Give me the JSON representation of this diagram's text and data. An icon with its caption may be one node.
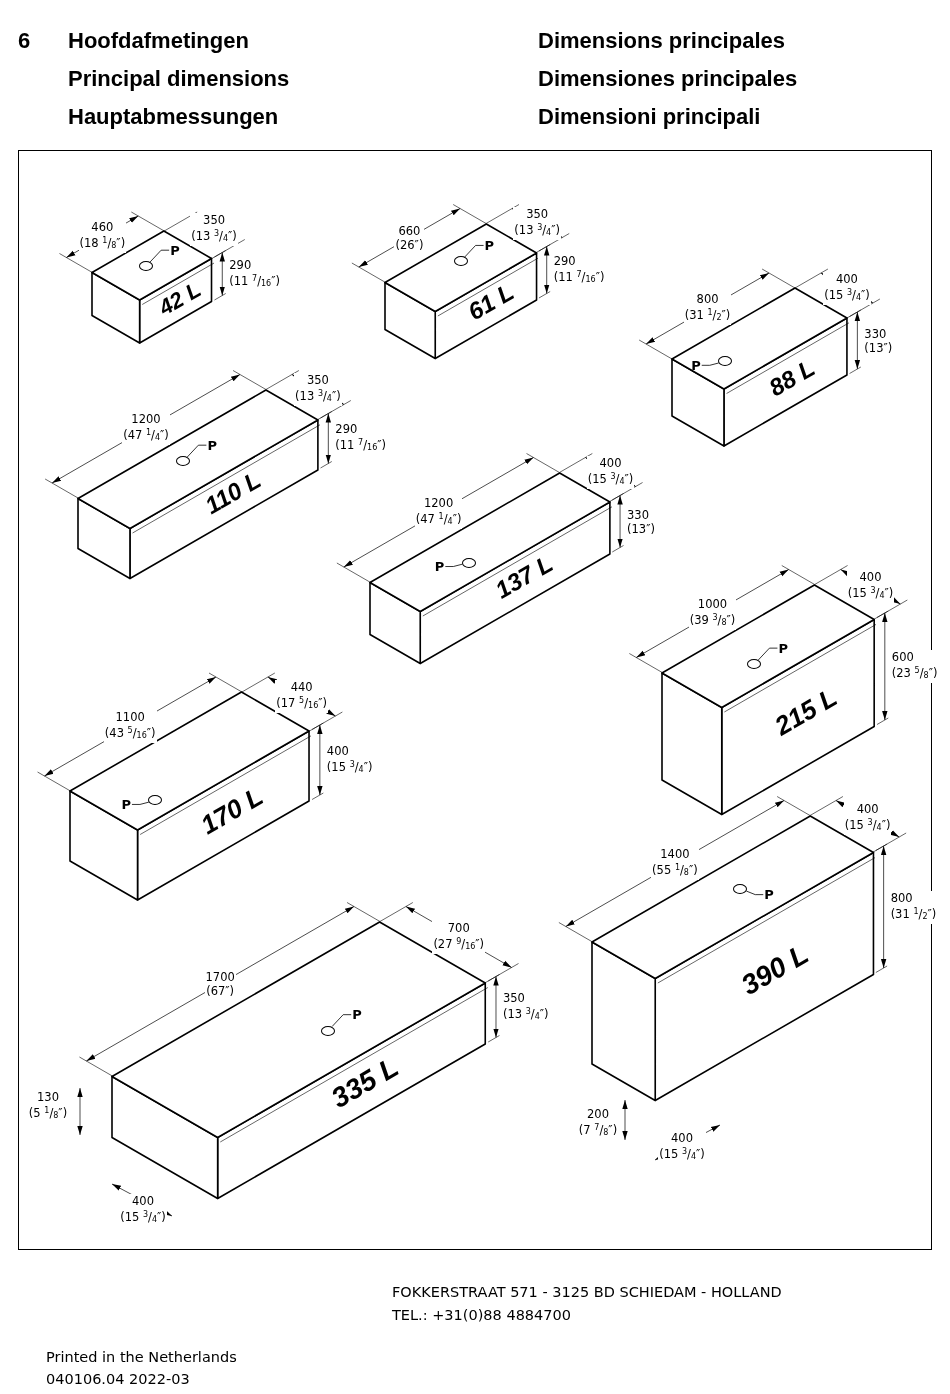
{
  "diagram": {
    "nodes": [
      {
        "text": [
          "42 L"
        ]
      },
      {
        "text": [],
        "shape": "circle",
        "in": 0
      },
      {
        "text": [
          "P"
        ],
        "in": 0
      },
      {
        "text": [
          "61 L"
        ]
      },
      {
        "text": [],
        "shape": "circle",
        "in": 3
      },
      {
        "text": [
          "P"
        ],
        "in": 3
      },
      {
        "text": [
          "88 L"
        ]
      },
      {
        "text": [],
        "shape": "circle",
        "in": 6
      },
      {
        "text": [
          "P"
        ],
        "in": 6
      },
      {
        "text": [
          "110 L"
        ]
      },
      {
        "text": [],
        "shape": "circle",
        "in": 9
      },
      {
        "text": [
          "P"
        ],
        "in": 9
      },
      {
        "text": [
          "137 L"
        ]
      },
      {
        "text": [],
        "shape": "circle",
        "in": 12
      },
      {
        "text": [
          "P"
        ],
        "in": 12
      },
      {
        "text": [
          "215 L"
        ]
      },
      {
        "text": [],
        "shape": "circle",
        "in": 15
      },
      {
        "text": [
          "P"
        ],
        "in": 15
      },
      {
        "text": [
          "170 L"
        ]
      },
      {
        "text": [],
        "shape": "circle",
        "in": 18
      },
      {
        "text": [
          "P"
        ],
        "in": 18
      },
      {
        "text": [
          "335 L"
        ]
      },
      {
        "text": [],
        "shape": "circle",
        "in": 21
      },
      {
        "text": [
          "P"
        ],
        "in": 21
      },
      {
        "text": [
          "390 L"
        ]
      },
      {
        "text": [],
        "shape": "circle",
        "in": 24
      },
      {
        "text": [
          "P"
        ],
        "in": 24
      }
    ],
    "edges": [
      {
        "from": 2,
        "to": 1,
        "arrow": "none"
      },
      {
        "from": 5,
        "to": 4,
        "arrow": "none"
      },
      {
        "from": 8,
        "to": 7,
        "arrow": "none"
      },
      {
        "from": 11,
        "to": 10,
        "arrow": "none"
      },
      {
        "from": 14,
        "to": 13,
        "arrow": "none"
      },
      {
        "from": 17,
        "to": 16,
        "arrow": "none"
      },
      {
        "from": 20,
        "to": 19,
        "arrow": "none"
      },
      {
        "from": 23,
        "to": 22,
        "arrow": "none"
      },
      {
        "from": 26,
        "to": 25,
        "arrow": "none"
      }
    ],
    "labels": [
      "6",
      "Hoofdafmetingen",
      "Dimensions principales",
      "Principal dimensions",
      "Dimensiones principales",
      "Hauptabmessungen",
      "Dimensioni principali",
      "460 (18 $^{1}$/$_{8}$″)",
      "350 (13 $^{3}$/$_{4}$″)",
      "290 (11 $^{7}$/$_{16}$″)",
      "660 (26″)",
      "350 (13 $^{3}$/$_{4}$″)",
      "290 (11 $^{7}$/$_{16}$″)",
      "800 (31 $^{1}$/$_{2}$″)",
      "400 (15 $^{3}$/$_{4}$″)",
      "330 (13″)",
      "1200 (47 $^{1}$/$_{4}$″)",
      "350 (13 $^{3}$/$_{4}$″)",
      "290 (11 $^{7}$/$_{16}$″)",
      "1200 (47 $^{1}$/$_{4}$″)",
      "400 (15 $^{3}$/$_{4}$″)",
      "330 (13″)",
      "1000 (39 $^{3}$/$_{8}$″)",
      "400 (15 $^{3}$/$_{4}$″)",
      "600 (23 $^{5}$/$_{8}$″)",
      "1100 (43 $^{5}$/$_{16}$″)",
      "440 (17 $^{5}$/$_{16}$″)",
      "400 (15 $^{3}$/$_{4}$″)",
      "1700 (67″)",
      "700 (27 $^{9}$/$_{16}$″)",
      "350 (13 $^{3}$/$_{4}$″)",
      "130 (5 $^{1}$/$_{8}$″)",
      "400 (15 $^{3}$/$_{4}$″)",
      "1400 (55 $^{1}$/$_{8}$″)",
      "400 (15 $^{3}$/$_{4}$″)",
      "800 (31 $^{1}$/$_{2}$″)",
      "200 (7 $^{7}$/$_{8}$″)",
      "400 (15 $^{3}$/$_{4}$″)",
      "FOKKERSTRAAT 571 - 3125 BD SCHIEDAM - HOLLAND",
      "TEL.: +31(0)88 4884700",
      "Printed in the Netherlands",
      "040106.04  2022-03"
    ]
  }
}
